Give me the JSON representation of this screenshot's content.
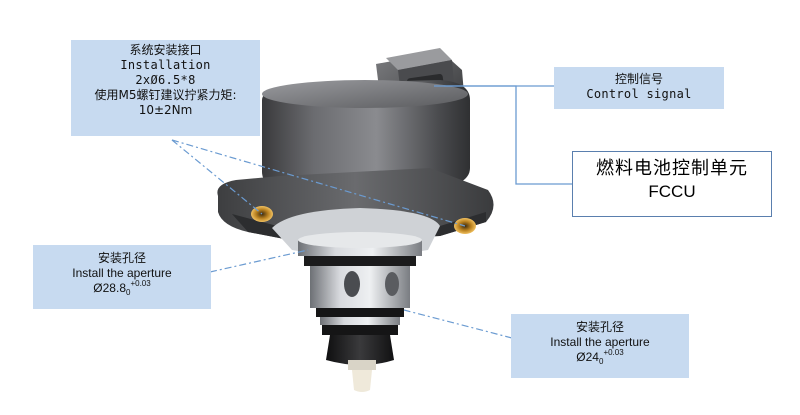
{
  "labels": {
    "installation": {
      "title_cn": "系统安装接口",
      "title_en": "Installation",
      "spec": "2xØ6.5*8",
      "bolt_cn": "使用M5螺钉建议拧紧力矩:",
      "torque": "10±2Nm"
    },
    "control_signal": {
      "title_cn": "控制信号",
      "title_en": "Control signal"
    },
    "fccu": {
      "title_cn": "燃料电池控制单元",
      "title_en": "FCCU"
    },
    "aperture_upper": {
      "title_cn": "安装孔径",
      "title_en": "Install the aperture",
      "dia_main": "Ø28.8",
      "dia_sub": "0",
      "dia_sup": "+0.03"
    },
    "aperture_lower": {
      "title_cn": "安装孔径",
      "title_en": "Install the aperture",
      "dia_main": "Ø24",
      "dia_sub": "0",
      "dia_sup": "+0.03"
    }
  },
  "colors": {
    "label_fill": "#c7daf0",
    "leader_line": "#6b9bd1",
    "fccu_border": "#5a7fae",
    "bolt_hole": "#d49a2a"
  }
}
